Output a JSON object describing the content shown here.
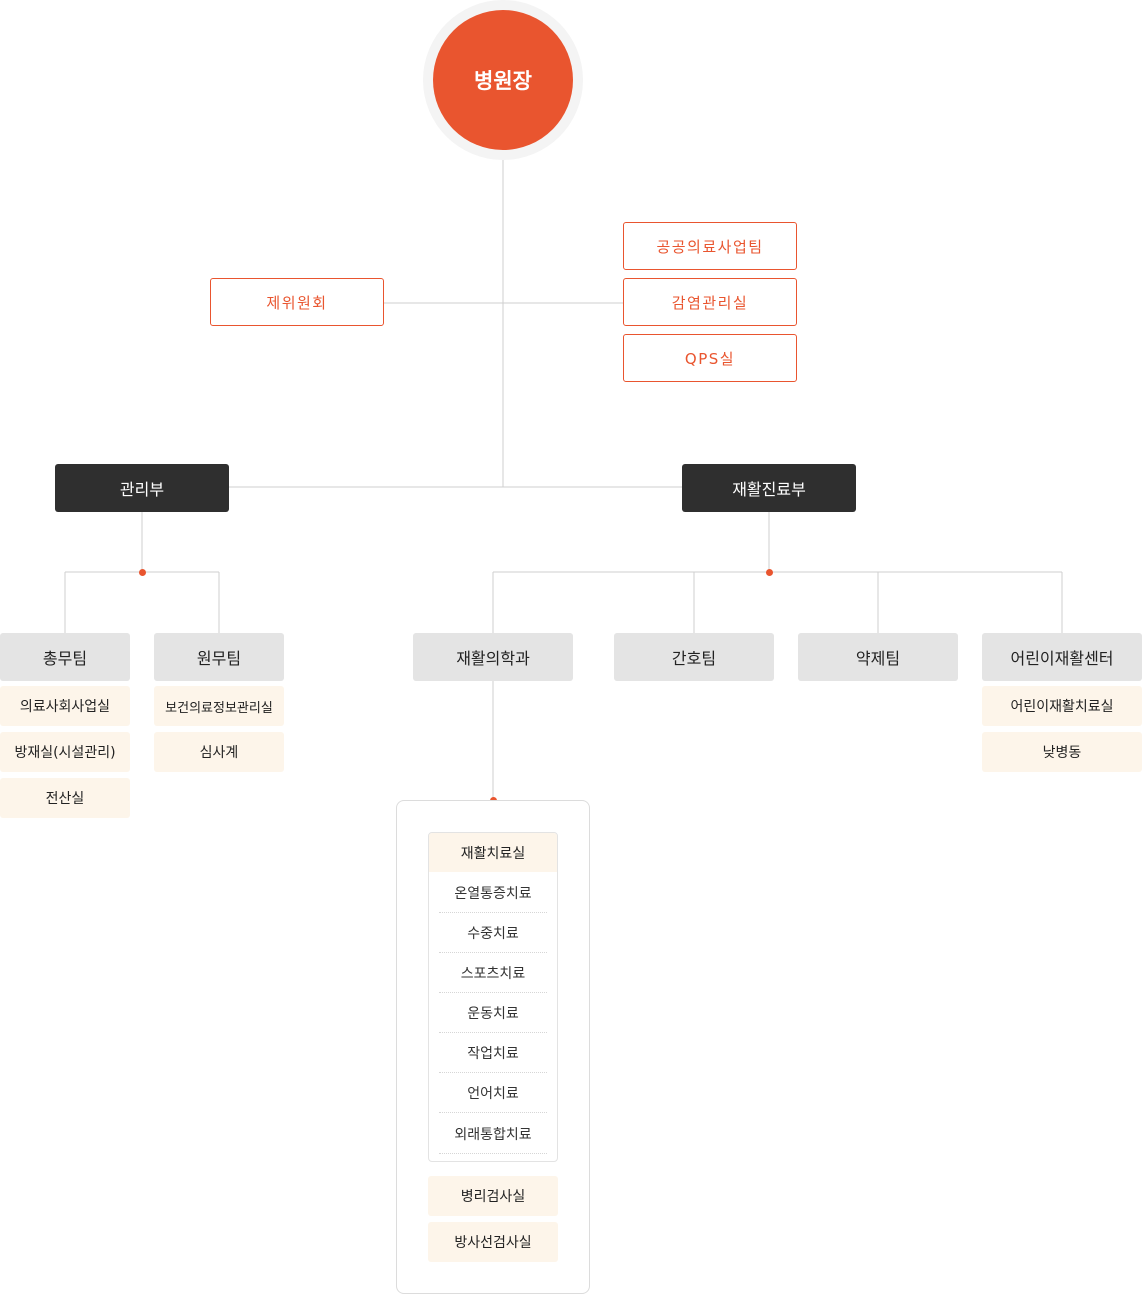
{
  "head": "병원장",
  "side_left": "제위원회",
  "side_right": [
    "공공의료사업팀",
    "감염관리실",
    "QPS실"
  ],
  "departments": {
    "admin": {
      "label": "관리부",
      "teams": [
        {
          "label": "총무팀",
          "subs": [
            "의료사회사업실",
            "방재실(시설관리)",
            "전산실"
          ]
        },
        {
          "label": "원무팀",
          "subs": [
            "보건의료정보관리실",
            "심사계"
          ]
        }
      ]
    },
    "rehab": {
      "label": "재활진료부",
      "teams": [
        {
          "label": "재활의학과"
        },
        {
          "label": "간호팀"
        },
        {
          "label": "약제팀"
        },
        {
          "label": "어린이재활센터",
          "subs": [
            "어린이재활치료실",
            "낮병동"
          ]
        }
      ]
    }
  },
  "rehab_medicine": {
    "therapy_room": "재활치료실",
    "therapies": [
      "온열통증치료",
      "수중치료",
      "스포츠치료",
      "운동치료",
      "작업치료",
      "언어치료",
      "외래통합치료"
    ],
    "others": [
      "병리검사실",
      "방사선검사실"
    ]
  },
  "colors": {
    "accent": "#e9552f",
    "dark": "#2f2f2f",
    "gray": "#e4e4e4",
    "cream": "#fdf5ea"
  }
}
